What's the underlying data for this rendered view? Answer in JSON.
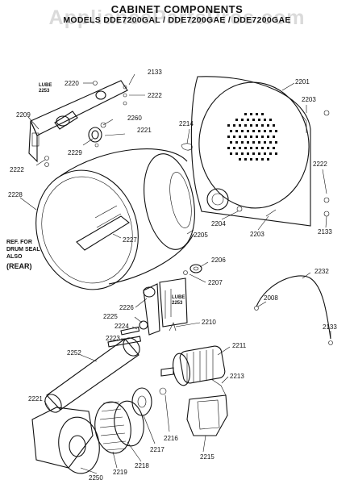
{
  "title": "CABINET COMPONENTS",
  "subtitle": "MODELS DDE7200GAL / DDE7200GAE / DDE7200GAE",
  "watermark": "AppliancePartsPros.com",
  "notes": {
    "lube_top": [
      "LUBE",
      "2253"
    ],
    "lube_mid": [
      "LUBE",
      "2253"
    ],
    "ref_drum_seal": [
      "REF. FOR",
      "DRUM SEAL",
      "ALSO"
    ],
    "rear": "(REAR)"
  },
  "callouts": [
    {
      "id": "c2133a",
      "text": "2133"
    },
    {
      "id": "c2220",
      "text": "2220"
    },
    {
      "id": "c2222a",
      "text": "2222"
    },
    {
      "id": "c2209",
      "text": "2209"
    },
    {
      "id": "c2260",
      "text": "2260"
    },
    {
      "id": "c2221a",
      "text": "2221"
    },
    {
      "id": "c2229",
      "text": "2229"
    },
    {
      "id": "c2222b",
      "text": "2222"
    },
    {
      "id": "c2214",
      "text": "2214"
    },
    {
      "id": "c2201",
      "text": "2201"
    },
    {
      "id": "c2203a",
      "text": "2203"
    },
    {
      "id": "c2222c",
      "text": "2222"
    },
    {
      "id": "c2228",
      "text": "2228"
    },
    {
      "id": "c2227",
      "text": "2227"
    },
    {
      "id": "c2205",
      "text": "2205"
    },
    {
      "id": "c2204",
      "text": "2204"
    },
    {
      "id": "c2203b",
      "text": "2203"
    },
    {
      "id": "c2133b",
      "text": "2133"
    },
    {
      "id": "c2206",
      "text": "2206"
    },
    {
      "id": "c2207",
      "text": "2207"
    },
    {
      "id": "c2232",
      "text": "2232"
    },
    {
      "id": "c2008",
      "text": "2008"
    },
    {
      "id": "c2226",
      "text": "2226"
    },
    {
      "id": "c2225",
      "text": "2225"
    },
    {
      "id": "c2224",
      "text": "2224"
    },
    {
      "id": "c2210",
      "text": "2210"
    },
    {
      "id": "c2223",
      "text": "2223"
    },
    {
      "id": "c2211",
      "text": "2211"
    },
    {
      "id": "c2133c",
      "text": "2133"
    },
    {
      "id": "c2252",
      "text": "2252"
    },
    {
      "id": "c2213",
      "text": "2213"
    },
    {
      "id": "c2221b",
      "text": "2221"
    },
    {
      "id": "c2216",
      "text": "2216"
    },
    {
      "id": "c2217",
      "text": "2217"
    },
    {
      "id": "c2218",
      "text": "2218"
    },
    {
      "id": "c2215",
      "text": "2215"
    },
    {
      "id": "c2219",
      "text": "2219"
    },
    {
      "id": "c2250",
      "text": "2250"
    }
  ]
}
